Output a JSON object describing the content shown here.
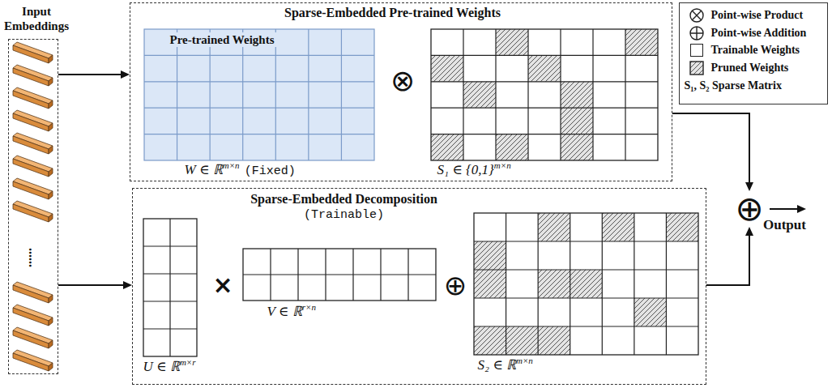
{
  "diagram": {
    "nodes": [
      {
        "text": [
          "Input Embeddings"
        ]
      },
      {
        "text": [
          "Sparse-Embedded Pre-trained Weights"
        ]
      },
      {
        "text": [
          "Pre-trained Weights",
          "W ∈ ℝ",
          "m×n",
          "(Fixed)"
        ],
        "in": 1
      },
      {
        "text": [
          "S₁ ∈ {0,1}",
          "m×n"
        ],
        "in": 1
      },
      {
        "text": [
          "Sparse-Embedded Decomposition",
          "(Trainable)"
        ]
      },
      {
        "text": [
          "U ∈ ℝ",
          "m×r"
        ],
        "in": 4
      },
      {
        "text": [
          "V ∈ ℝ",
          "r×n"
        ],
        "in": 4
      },
      {
        "text": [
          "S₂ ∈ ℝ",
          "m×n"
        ],
        "in": 4
      },
      {
        "text": [
          "⊕"
        ]
      }
    ],
    "edges": [
      {
        "from": 0,
        "to": 1,
        "arrow": "to"
      },
      {
        "from": 0,
        "to": 4,
        "arrow": "to"
      },
      {
        "from": 1,
        "to": 8,
        "arrow": "to"
      },
      {
        "from": 4,
        "to": 8,
        "arrow": "to"
      }
    ],
    "labels": [
      "......",
      "⊗",
      "×",
      "⊕",
      "Output"
    ],
    "legend": [
      {
        "text": "Point-wise Product"
      },
      {
        "text": "Point-wise Addition"
      },
      {
        "text": "Trainable Weights",
        "color": "#ffffff"
      },
      {
        "text": "Pruned Weights"
      },
      {
        "text": "S₁, S₂ Sparse Matrix"
      }
    ]
  }
}
